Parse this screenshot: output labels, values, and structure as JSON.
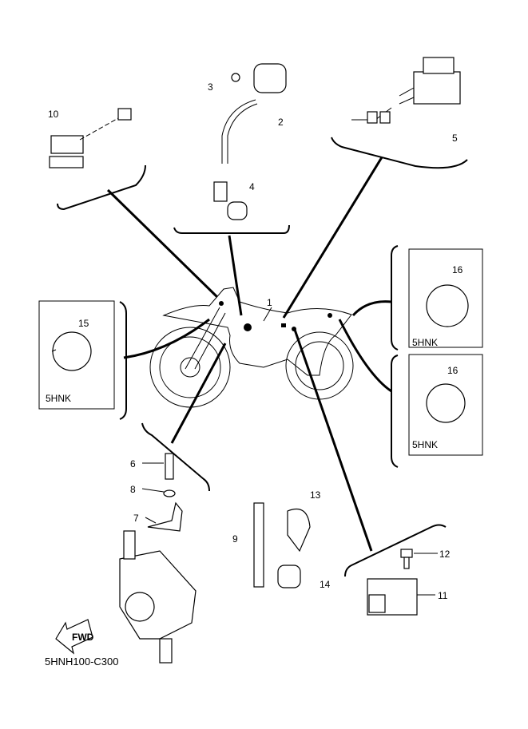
{
  "diagram": {
    "callouts": {
      "c1": "1",
      "c2": "2",
      "c3": "3",
      "c4": "4",
      "c5": "5",
      "c6": "6",
      "c7": "7",
      "c8": "8",
      "c9": "9",
      "c10": "10",
      "c11": "11",
      "c12": "12",
      "c13": "13",
      "c14": "14",
      "c15": "15",
      "c16a": "16",
      "c16b": "16"
    },
    "model_tags": [
      "5HNK",
      "5HNK",
      "5HNK"
    ],
    "fwd_label": "FWD",
    "drawing_code": "5HNH100-C300"
  }
}
